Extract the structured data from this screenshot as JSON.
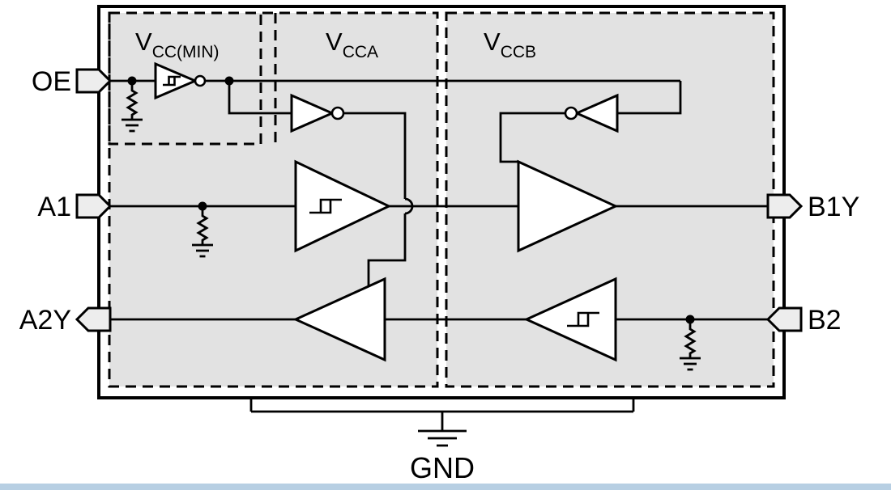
{
  "diagram": {
    "domain_labels": {
      "vcc_min": {
        "prefix": "V",
        "sub": "CC(MIN)"
      },
      "vcca": {
        "prefix": "V",
        "sub": "CCA"
      },
      "vccb": {
        "prefix": "V",
        "sub": "CCB"
      }
    },
    "pin_labels": {
      "oe": "OE",
      "a1": "A1",
      "a2y": "A2Y",
      "b1y": "B1Y",
      "b2": "B2",
      "gnd": "GND"
    },
    "colors": {
      "background": "#ffffff",
      "line": "#000000",
      "region_fill": "#e2e2e2",
      "gate_fill": "#ffffff",
      "pin_fill": "#ededed",
      "footer_bar": "#b7cfe3"
    }
  }
}
